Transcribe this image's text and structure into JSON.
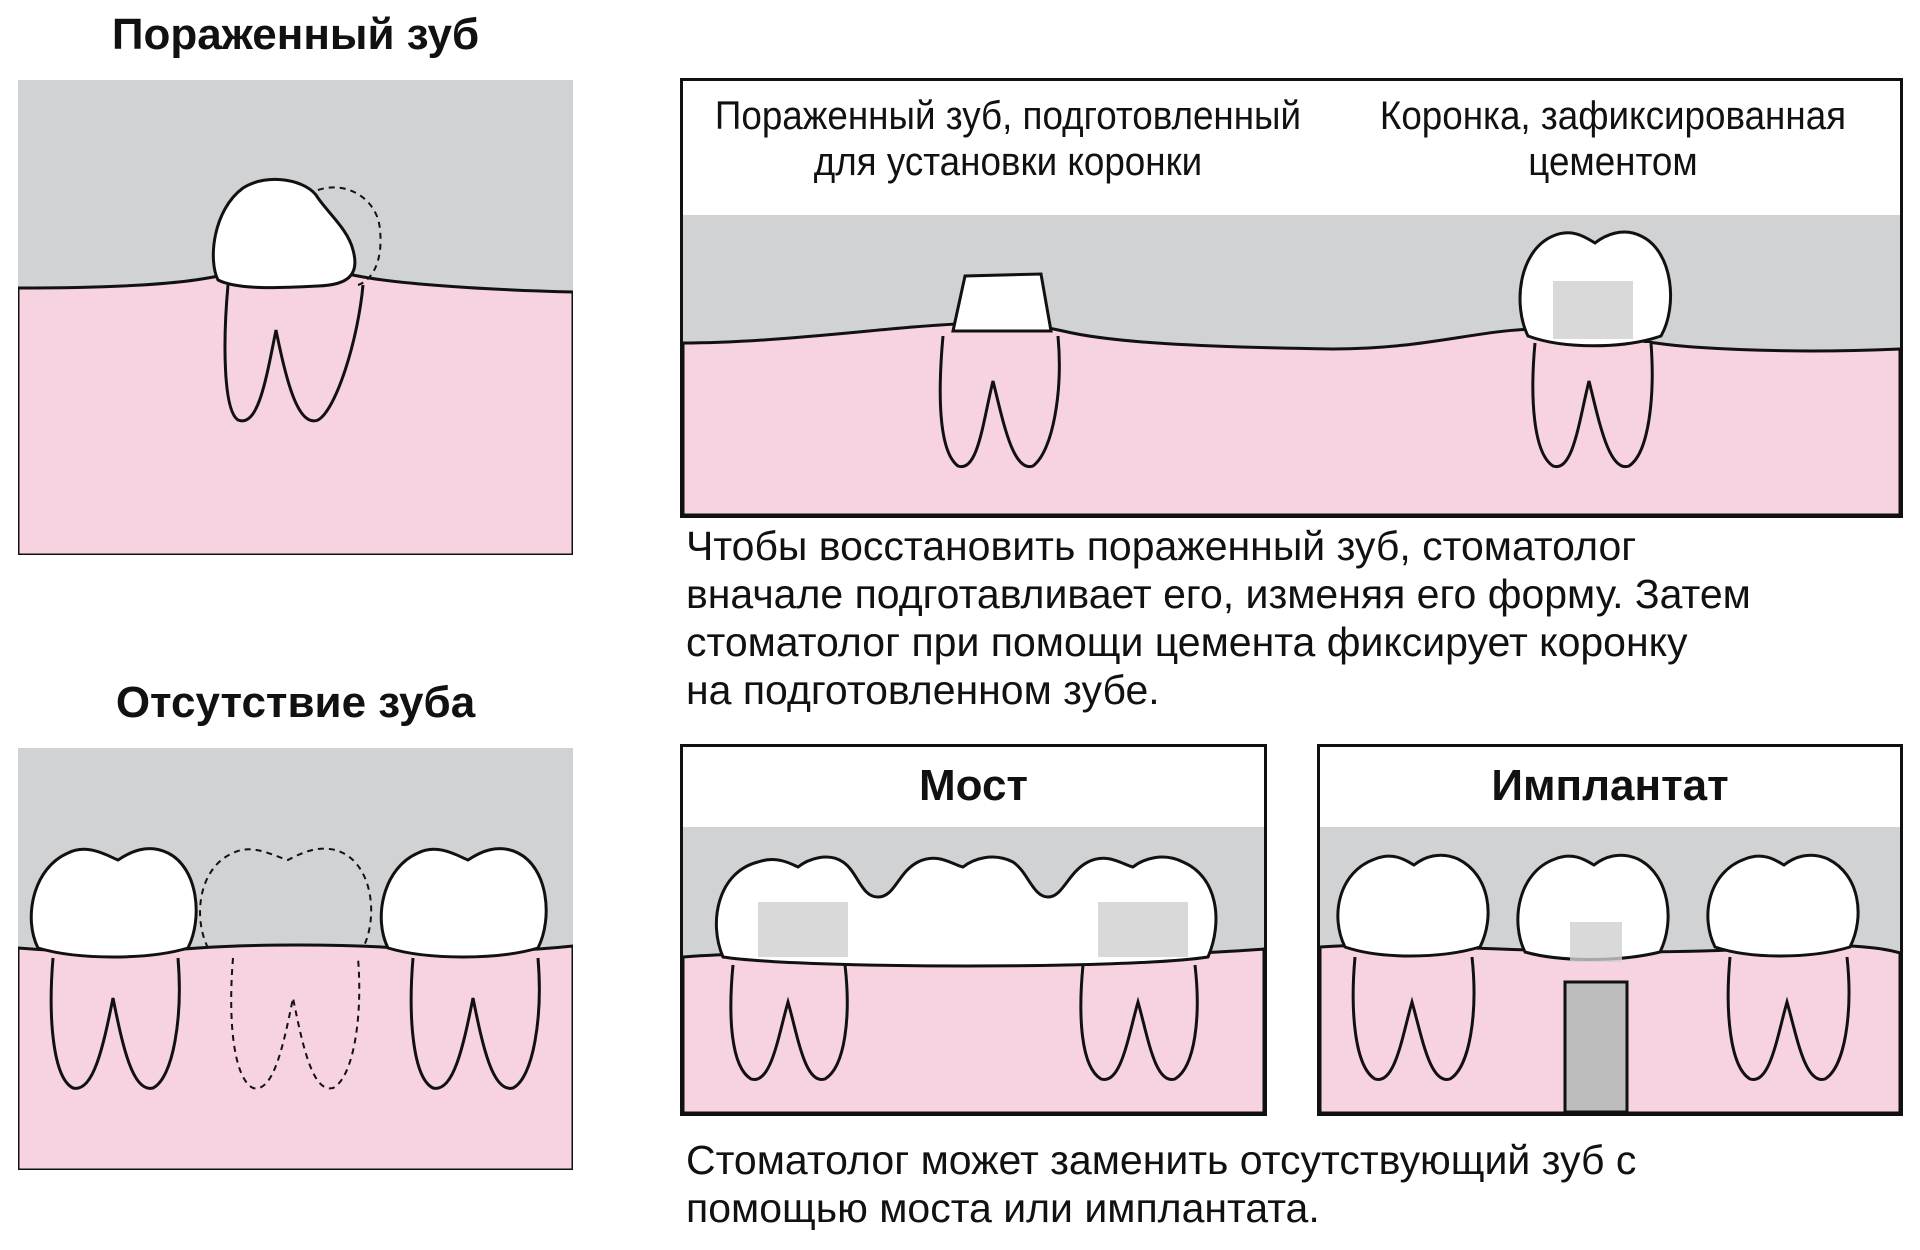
{
  "damaged": {
    "heading": "Пораженный зуб"
  },
  "missing": {
    "heading": "Отсутствие зуба"
  },
  "crown_panel": {
    "left_caption_line1": "Пораженный зуб, подготовленный",
    "left_caption_line2": "для установки коронки",
    "right_caption_line1": "Коронка, зафиксированная",
    "right_caption_line2": "цементом"
  },
  "crown_text": "Чтобы восстановить пораженный зуб, стоматолог\nвначале подготавливает его, изменяя его форму. Затем\nстоматолог при помощи цемента фиксирует коронку\nна подготовленном зубе.",
  "bridge": {
    "title": "Мост"
  },
  "implant": {
    "title": "Имплантат"
  },
  "replace_text": "Стоматолог может заменить отсутствующий зуб с\nпомощью моста или имплантата.",
  "colors": {
    "gray": "#d1d2d4",
    "pink": "#f7d3e1",
    "outline": "#111111",
    "tooth": "#ffffff"
  }
}
